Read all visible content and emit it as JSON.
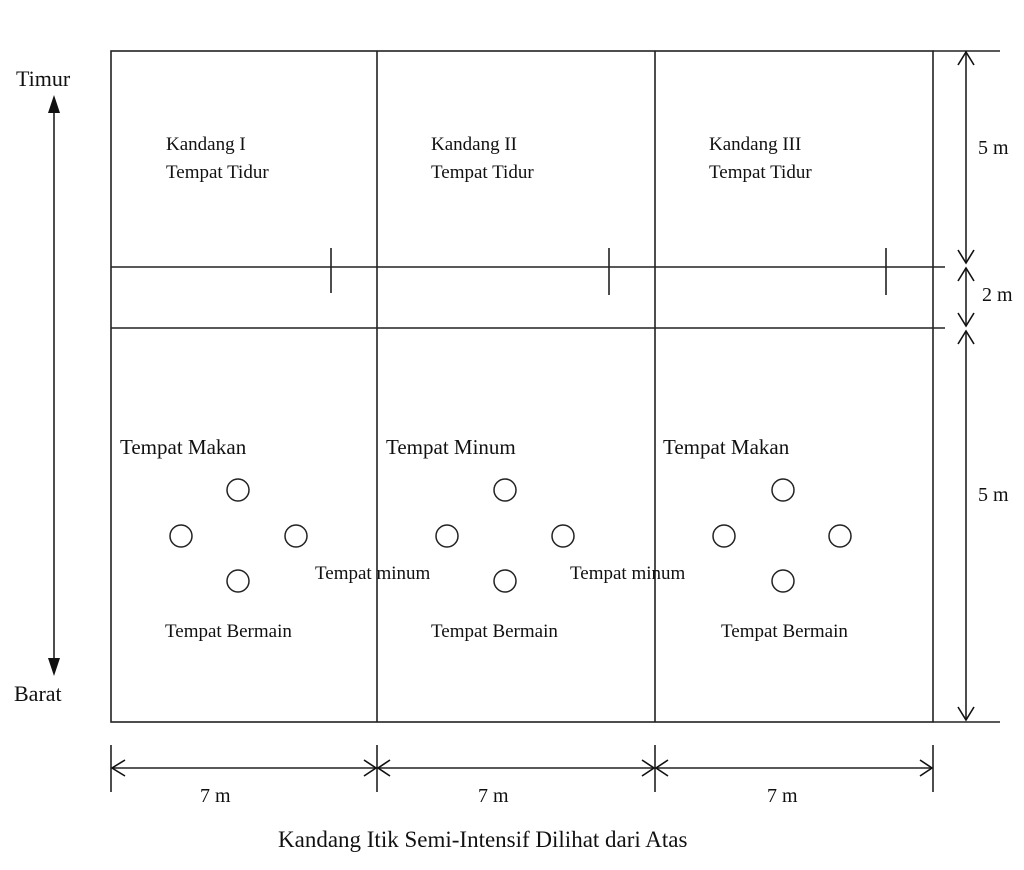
{
  "directions": {
    "north": "Timur",
    "south": "Barat"
  },
  "pens": [
    {
      "name": "Kandang I",
      "sleep": "Tempat Tidur",
      "feed": "Tempat Makan",
      "play": "Tempat Bermain"
    },
    {
      "name": "Kandang II",
      "sleep": "Tempat Tidur",
      "feed": "Tempat Minum",
      "play": "Tempat Bermain"
    },
    {
      "name": "Kandang III",
      "sleep": "Tempat Tidur",
      "feed": "Tempat Makan",
      "play": "Tempat Bermain"
    }
  ],
  "drinking_labels": [
    "Tempat minum",
    "Tempat minum"
  ],
  "dimensions": {
    "top_height": "5 m",
    "corridor_height": "2 m",
    "bottom_height": "5 m",
    "widths": [
      "7 m",
      "7 m",
      "7 m"
    ]
  },
  "caption": "Kandang Itik Semi-Intensif Dilihat dari Atas"
}
